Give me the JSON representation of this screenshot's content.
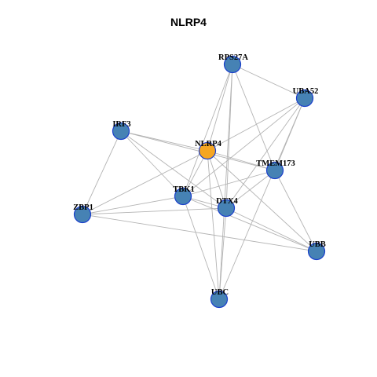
{
  "graph": {
    "title": "NLRP4",
    "colors": {
      "node_default": "#4682b4",
      "node_highlight": "#f5a623",
      "node_border": "#1a3fcc",
      "edge": "#b3b3b3"
    },
    "nodes": [
      {
        "id": "NLRP4",
        "label": "NLRP4",
        "highlight": true
      },
      {
        "id": "RPS27A",
        "label": "RPS27A",
        "highlight": false
      },
      {
        "id": "UBA52",
        "label": "UBA52",
        "highlight": false
      },
      {
        "id": "IRF3",
        "label": "IRF3",
        "highlight": false
      },
      {
        "id": "TMEM173",
        "label": "TMEM173",
        "highlight": false
      },
      {
        "id": "TBK1",
        "label": "TBK1",
        "highlight": false
      },
      {
        "id": "DTX4",
        "label": "DTX4",
        "highlight": false
      },
      {
        "id": "ZBP1",
        "label": "ZBP1",
        "highlight": false
      },
      {
        "id": "UBB",
        "label": "UBB",
        "highlight": false
      },
      {
        "id": "UBC",
        "label": "UBC",
        "highlight": false
      }
    ],
    "edges": [
      [
        "RPS27A",
        "UBA52"
      ],
      [
        "RPS27A",
        "NLRP4"
      ],
      [
        "RPS27A",
        "TBK1"
      ],
      [
        "RPS27A",
        "DTX4"
      ],
      [
        "RPS27A",
        "TMEM173"
      ],
      [
        "RPS27A",
        "UBC"
      ],
      [
        "UBA52",
        "NLRP4"
      ],
      [
        "UBA52",
        "TBK1"
      ],
      [
        "UBA52",
        "DTX4"
      ],
      [
        "UBA52",
        "TMEM173"
      ],
      [
        "UBA52",
        "UBC"
      ],
      [
        "IRF3",
        "NLRP4"
      ],
      [
        "IRF3",
        "TMEM173"
      ],
      [
        "IRF3",
        "TBK1"
      ],
      [
        "IRF3",
        "DTX4"
      ],
      [
        "IRF3",
        "ZBP1"
      ],
      [
        "NLRP4",
        "TBK1"
      ],
      [
        "NLRP4",
        "DTX4"
      ],
      [
        "NLRP4",
        "TMEM173"
      ],
      [
        "NLRP4",
        "UBC"
      ],
      [
        "NLRP4",
        "UBB"
      ],
      [
        "NLRP4",
        "ZBP1"
      ],
      [
        "TMEM173",
        "TBK1"
      ],
      [
        "TMEM173",
        "DTX4"
      ],
      [
        "TMEM173",
        "UBB"
      ],
      [
        "TBK1",
        "DTX4"
      ],
      [
        "TBK1",
        "ZBP1"
      ],
      [
        "TBK1",
        "UBC"
      ],
      [
        "TBK1",
        "UBB"
      ],
      [
        "DTX4",
        "ZBP1"
      ],
      [
        "DTX4",
        "UBB"
      ],
      [
        "DTX4",
        "UBC"
      ],
      [
        "ZBP1",
        "UBB"
      ]
    ]
  }
}
